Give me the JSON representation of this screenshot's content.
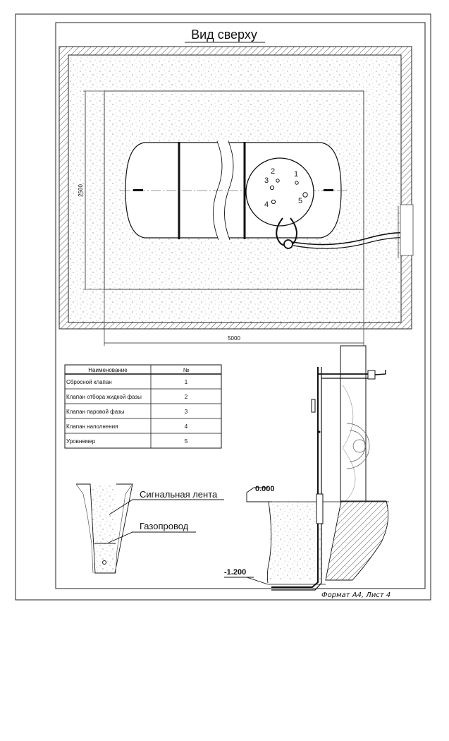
{
  "drawing": {
    "title": "Вид сверху",
    "dim_height": "2500",
    "dim_width": "5000",
    "fittings": [
      "1",
      "2",
      "3",
      "4",
      "5"
    ]
  },
  "table": {
    "headers": [
      "Наименование",
      "№"
    ],
    "rows": [
      {
        "name": "Сбросной клапан",
        "num": "1"
      },
      {
        "name": "Клапан отбора жидкой фазы",
        "num": "2"
      },
      {
        "name": "Клапан паровой фазы",
        "num": "3"
      },
      {
        "name": "Клапан наполнения",
        "num": "4"
      },
      {
        "name": "Уровнемер",
        "num": "5"
      }
    ]
  },
  "trench": {
    "label_tape": "Сигнальная лента",
    "label_pipe": "Газопровод"
  },
  "section": {
    "level_top": "0.000",
    "level_bottom": "-1.200"
  },
  "sheet": {
    "format_label": "Формат А4, Лист 4"
  }
}
